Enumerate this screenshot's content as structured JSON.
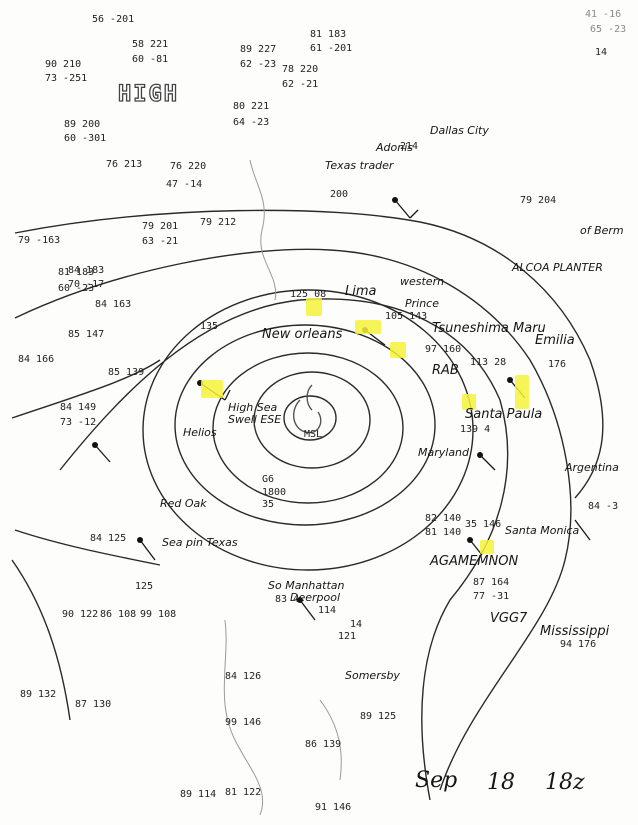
{
  "chart_title": "Sep 18 18z",
  "date": {
    "month": "Sep",
    "day": "18",
    "time": "18z"
  },
  "pressure_center": {
    "label": "HIGH"
  },
  "storm_center": {
    "label": "MSL"
  },
  "colors": {
    "ink": "#161616",
    "highlight": "#f6f23a",
    "paper": "#fdfdfb",
    "faint": "#8a8a8a"
  },
  "ships": [
    {
      "name": "Texas trader"
    },
    {
      "name": "Adonis"
    },
    {
      "name": "Dallas City"
    },
    {
      "name": "Lima"
    },
    {
      "name": "western"
    },
    {
      "name": "Prince"
    },
    {
      "name": "New orleans"
    },
    {
      "name": "Tsuneshima Maru"
    },
    {
      "name": "Emilia"
    },
    {
      "name": "ALCOA PLANTER"
    },
    {
      "name": "of Berm"
    },
    {
      "name": "High Sea"
    },
    {
      "name": "Swell ESE"
    },
    {
      "name": "Helios"
    },
    {
      "name": "RAB"
    },
    {
      "name": "Santa Paula"
    },
    {
      "name": "Maryland"
    },
    {
      "name": "Argentina"
    },
    {
      "name": "Red Oak"
    },
    {
      "name": "Sea pin Texas"
    },
    {
      "name": "Santa Monica"
    },
    {
      "name": "AGAMEMNON"
    },
    {
      "name": "So Manhattan"
    },
    {
      "name": "Deerpool"
    },
    {
      "name": "VGG7"
    },
    {
      "name": "Mississippi"
    },
    {
      "name": "Somersby"
    },
    {
      "name": "G6"
    }
  ],
  "observations": [
    "56 -201",
    "58 221",
    "60 -81",
    "90 210",
    "73 -251",
    "89 227",
    "62 -23",
    "81 183",
    "61 -201",
    "78 220",
    "62 -21",
    "80 221",
    "64 -23",
    "89 200",
    "60 -301",
    "76 213",
    "76 220",
    "47 -14",
    "200",
    "214",
    "79 201",
    "63 -21",
    "79 212",
    "84 183",
    "70 -17",
    "79 -163",
    "79 204",
    "84 163",
    "81 183",
    "60 -23",
    "85 147",
    "84 166",
    "84 149",
    "73 -12",
    "85 139",
    "125 08",
    "135",
    "97 160",
    "105 143",
    "113 28",
    "176",
    "84 -3",
    "82 140",
    "81 140",
    "35 146",
    "87 164",
    "77 -31",
    "94 176",
    "139 4",
    "1800",
    "35",
    "84 125",
    "125",
    "90 122",
    "86 108",
    "99 108",
    "83 4",
    "114",
    "121",
    "14",
    "89 132",
    "84 126",
    "87 130",
    "99 146",
    "89 125",
    "86 139",
    "89 114",
    "81 122",
    "91 146",
    "41 -16",
    "65 -23",
    "14"
  ]
}
